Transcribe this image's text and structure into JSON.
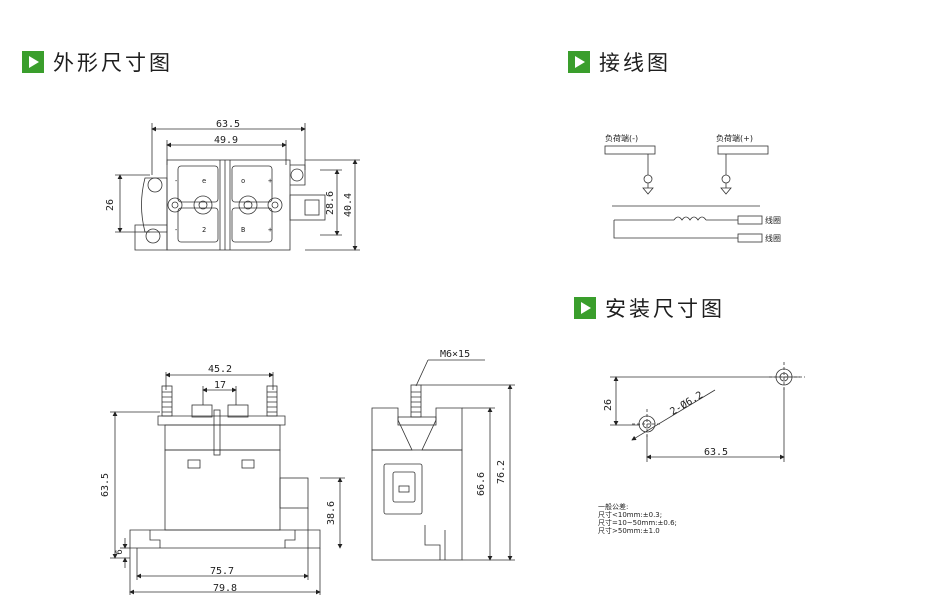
{
  "headers": {
    "outline": "外形尺寸图",
    "wiring": "接线图",
    "mounting": "安装尺寸图"
  },
  "top_view": {
    "dim_width_outer": "63.5",
    "dim_width_inner": "49.9",
    "dim_height_left": "26",
    "dim_height_mid": "28.6",
    "dim_height_right": "40.4",
    "terminal_labels": [
      "-",
      "e",
      "o",
      "+",
      "-",
      "2",
      "B",
      "+"
    ]
  },
  "front_view": {
    "dim_terminals_span": "45.2",
    "dim_terminals_inner": "17",
    "dim_height": "63.5",
    "dim_body_height": "38.6",
    "dim_flange": "6",
    "dim_base_width": "75.7",
    "dim_total_width": "79.8"
  },
  "side_view": {
    "screw_label": "M6×15",
    "dim_height_inner": "66.6",
    "dim_height_total": "76.2"
  },
  "wiring": {
    "load_neg": "负荷端(-)",
    "load_pos": "负荷端(+)",
    "coil_1": "线圈",
    "coil_2": "线圈"
  },
  "mounting": {
    "dim_vertical": "26",
    "dim_hole": "2-Ø6.2",
    "dim_horizontal": "63.5"
  },
  "tolerance_note": {
    "title": "一般公差:",
    "lines": [
      "尺寸<10mm:±0.3;",
      "尺寸=10~50mm:±0.6;",
      "尺寸>50mm:±1.0"
    ]
  }
}
